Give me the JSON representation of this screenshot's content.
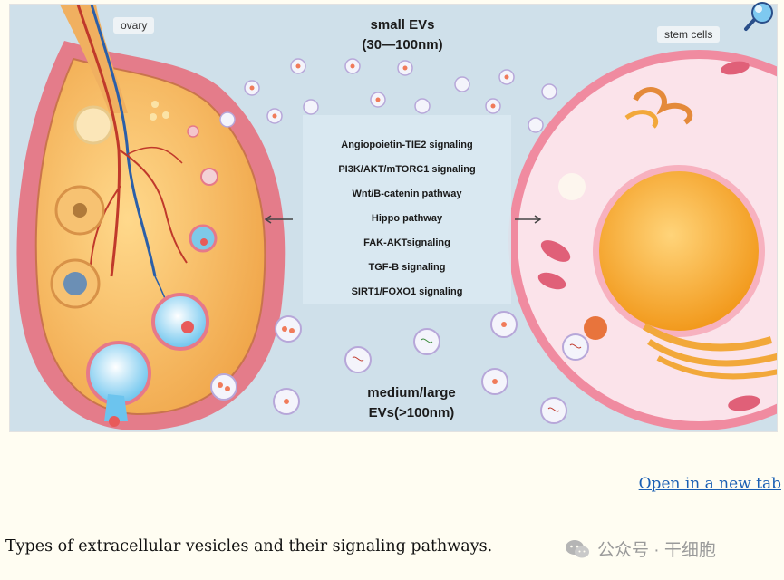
{
  "figure": {
    "labels": {
      "ovary": "ovary",
      "stem_cells": "stem cells",
      "small_evs_line1": "small EVs",
      "small_evs_line2": "(30—100nm)",
      "large_evs_line1": "medium/large",
      "large_evs_line2": "EVs(>100nm)"
    },
    "pathways": [
      "Angiopoietin-TIE2 signaling",
      "PI3K/AKT/mTORC1 signaling",
      "Wnt/B-catenin pathway",
      "Hippo pathway",
      "FAK-AKTsignaling",
      "TGF-B signaling",
      "SIRT1/FOXO1  signaling"
    ],
    "colors": {
      "background": "#cfe0ea",
      "ovary_fill": "#f2b35a",
      "ovary_rim": "#e07a86",
      "cell_fill": "#fbe3ea",
      "nucleus": "#f5a623",
      "vessel_red": "#c0392b",
      "vessel_blue": "#2b5fa8"
    }
  },
  "links": {
    "open_new_tab": "Open in a new tab"
  },
  "caption": "Types of extracellular vesicles and their signaling pathways.",
  "watermark": {
    "text": "公众号 · 干细胞",
    "icon": "wechat-icon"
  },
  "icons": {
    "corner": "magnifier-icon"
  }
}
